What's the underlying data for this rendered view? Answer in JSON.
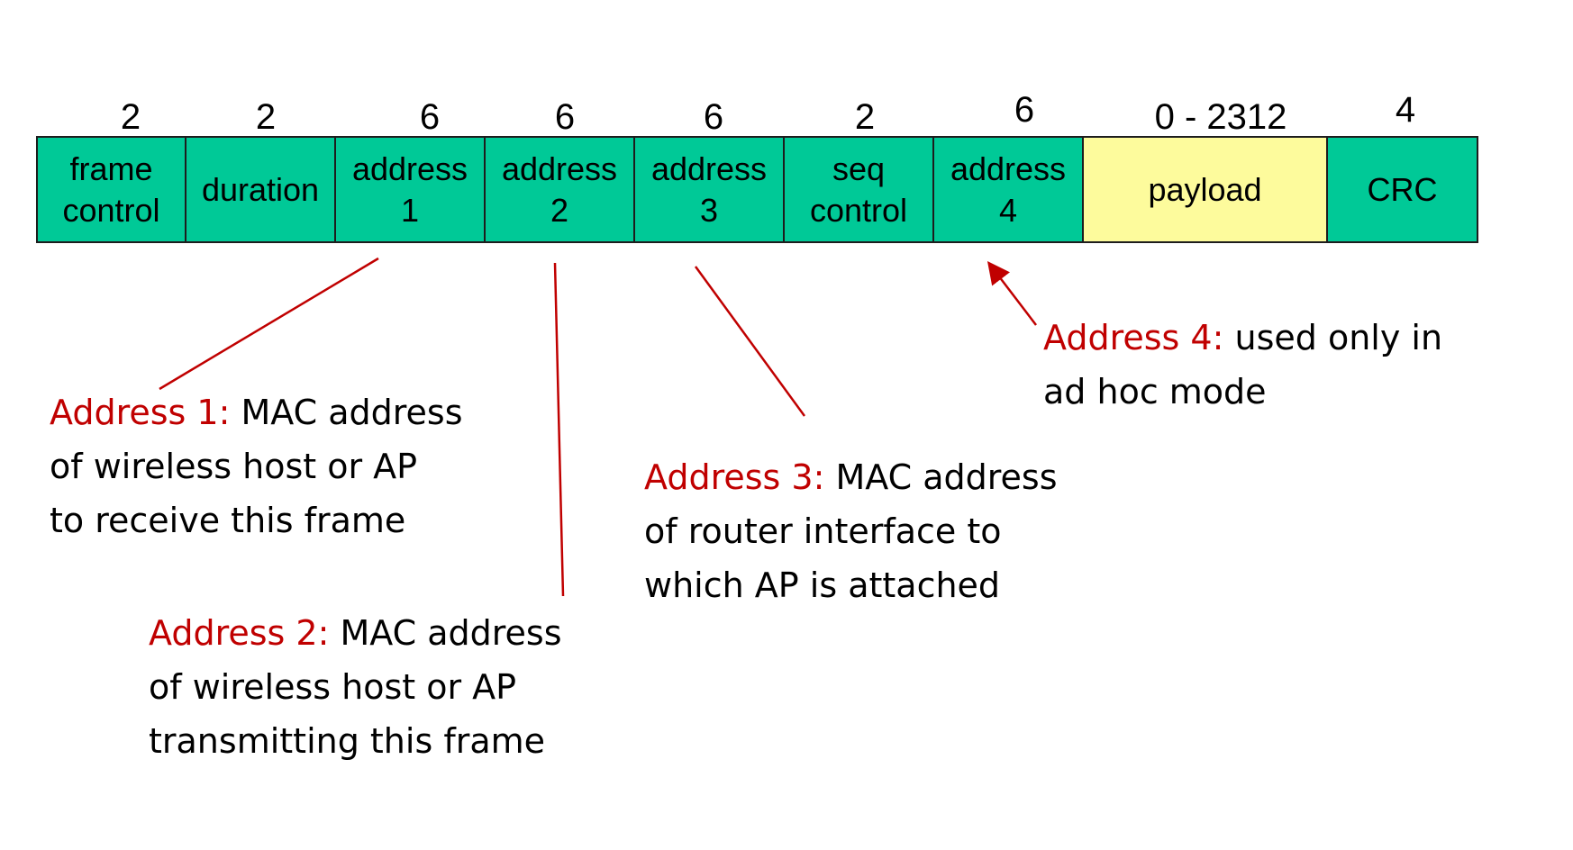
{
  "colors": {
    "field_fill": "#00c997",
    "payload_fill": "#fdfb9c",
    "highlight_text": "#c00000",
    "leader_line": "#c00000"
  },
  "fields": [
    {
      "size": "2",
      "label": "frame\ncontrol"
    },
    {
      "size": "2",
      "label": "duration"
    },
    {
      "size": "6",
      "label": "address\n1"
    },
    {
      "size": "6",
      "label": "address\n2"
    },
    {
      "size": "6",
      "label": "address\n3"
    },
    {
      "size": "2",
      "label": "seq\ncontrol"
    },
    {
      "size": "6",
      "label": "address\n4"
    },
    {
      "size": "0 - 2312",
      "label": "payload"
    },
    {
      "size": "4",
      "label": "CRC"
    }
  ],
  "annotations": {
    "address1": {
      "heading": "Address 1:",
      "line1": "MAC address",
      "line2": "of wireless host or AP",
      "line3": "to receive this frame"
    },
    "address2": {
      "heading": "Address 2:",
      "line1": "MAC address",
      "line2": "of wireless host or AP",
      "line3": "transmitting this frame"
    },
    "address3": {
      "heading": "Address 3:",
      "line1": "MAC address",
      "line2": "of router interface to",
      "line3": "which AP is attached"
    },
    "address4": {
      "heading": "Address 4:",
      "line1": "used only in",
      "line2": "ad hoc mode"
    }
  }
}
